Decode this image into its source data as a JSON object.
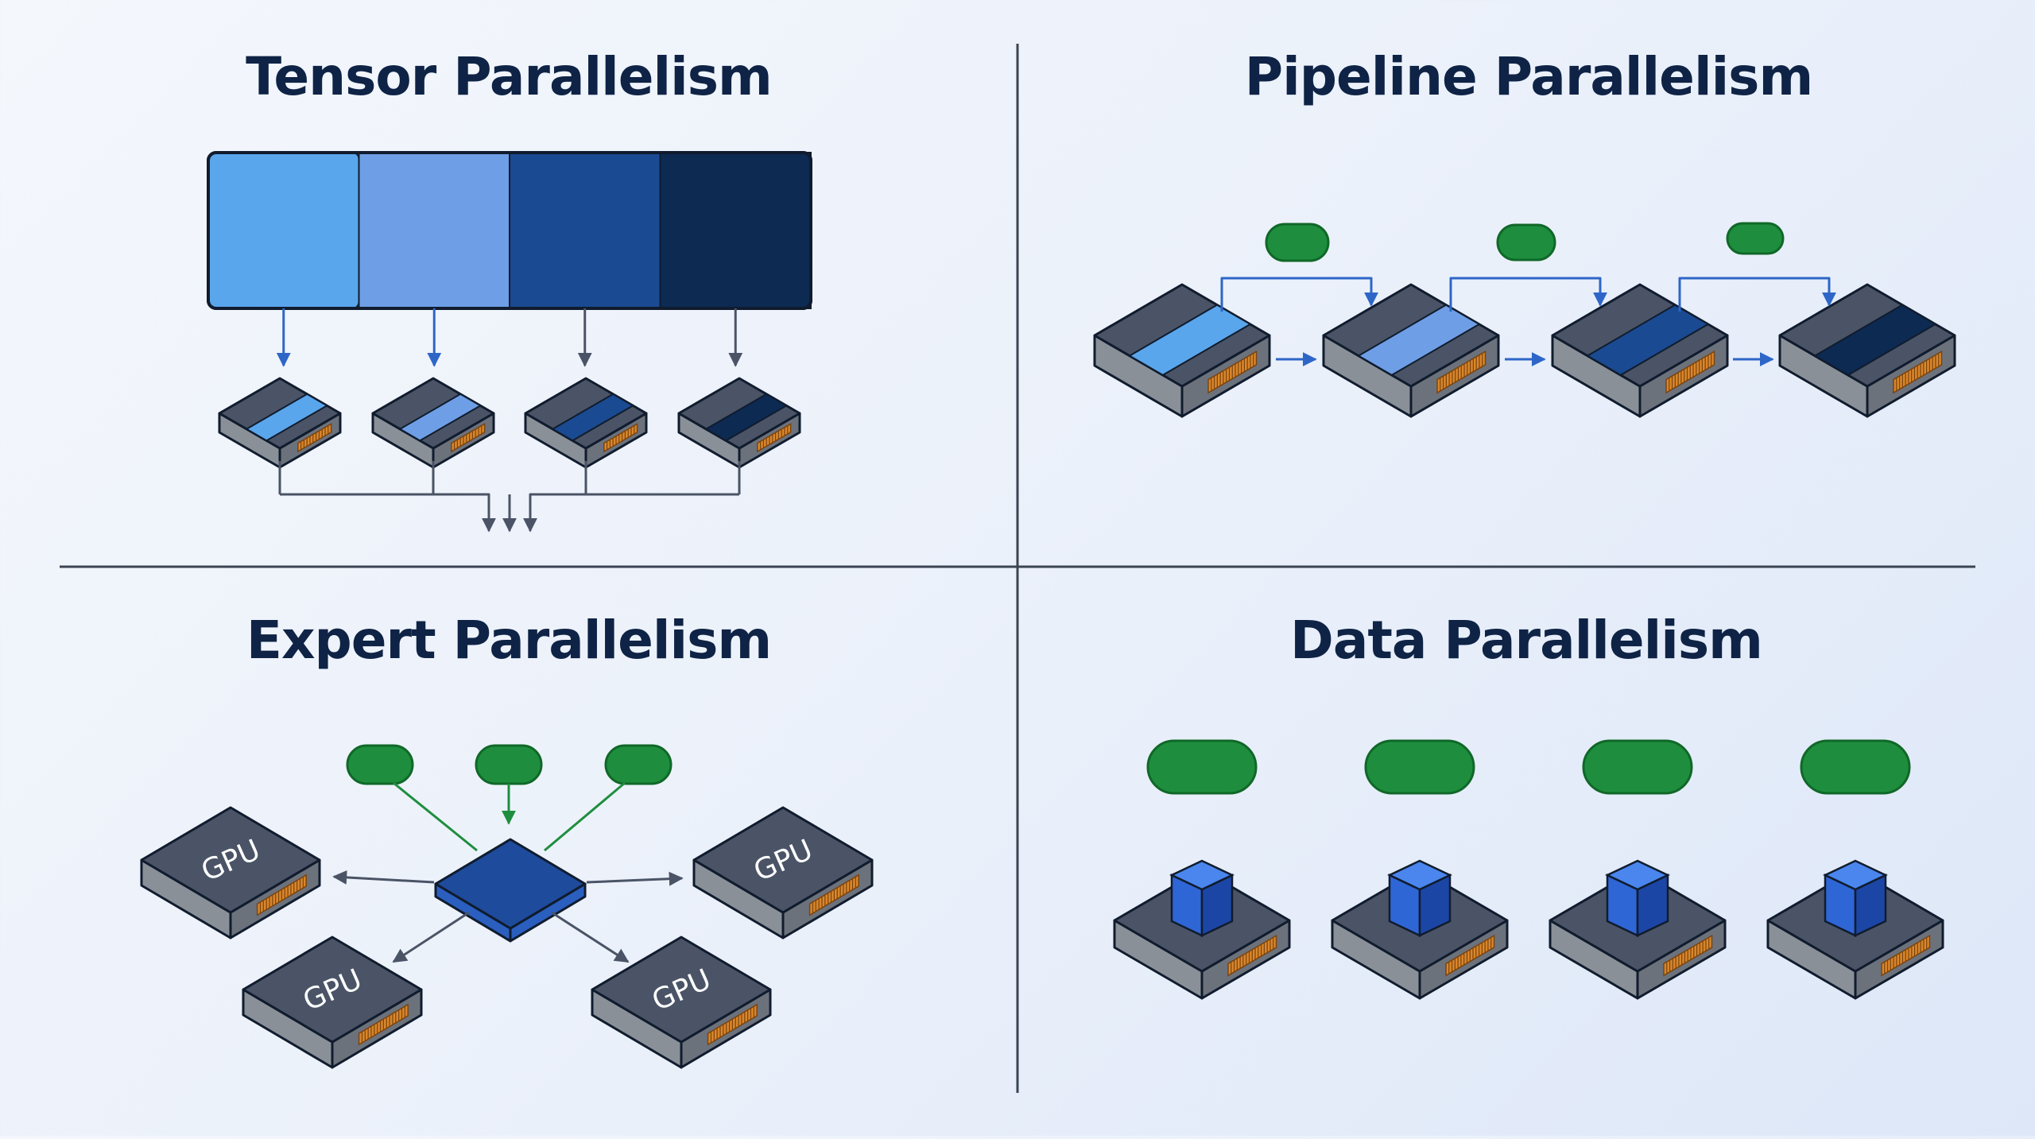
{
  "titles": {
    "tensor": "Tensor Parallelism",
    "pipeline": "Pipeline Parallelism",
    "expert": "Expert Parallelism",
    "data": "Data Parallelism"
  },
  "gpu_label": "GPU",
  "colors": {
    "shard_1": "#5aa6ec",
    "shard_2": "#6e9fe6",
    "shard_3": "#1a4a91",
    "shard_4": "#0c2a52",
    "chip_top": "#4a5466",
    "chip_side": "#8a9098",
    "chip_outline": "#101c2e",
    "connector": "#d9862a",
    "token": "#1e8e3e",
    "token_outline": "#106828",
    "arrow_blue": "#2e66c8",
    "arrow_gray": "#4a5466",
    "divider": "#3a4452"
  },
  "icons": {
    "chip": "gpu-chip-icon",
    "token": "data-token-icon",
    "cube": "replica-cube-icon",
    "router": "router-tile-icon"
  }
}
